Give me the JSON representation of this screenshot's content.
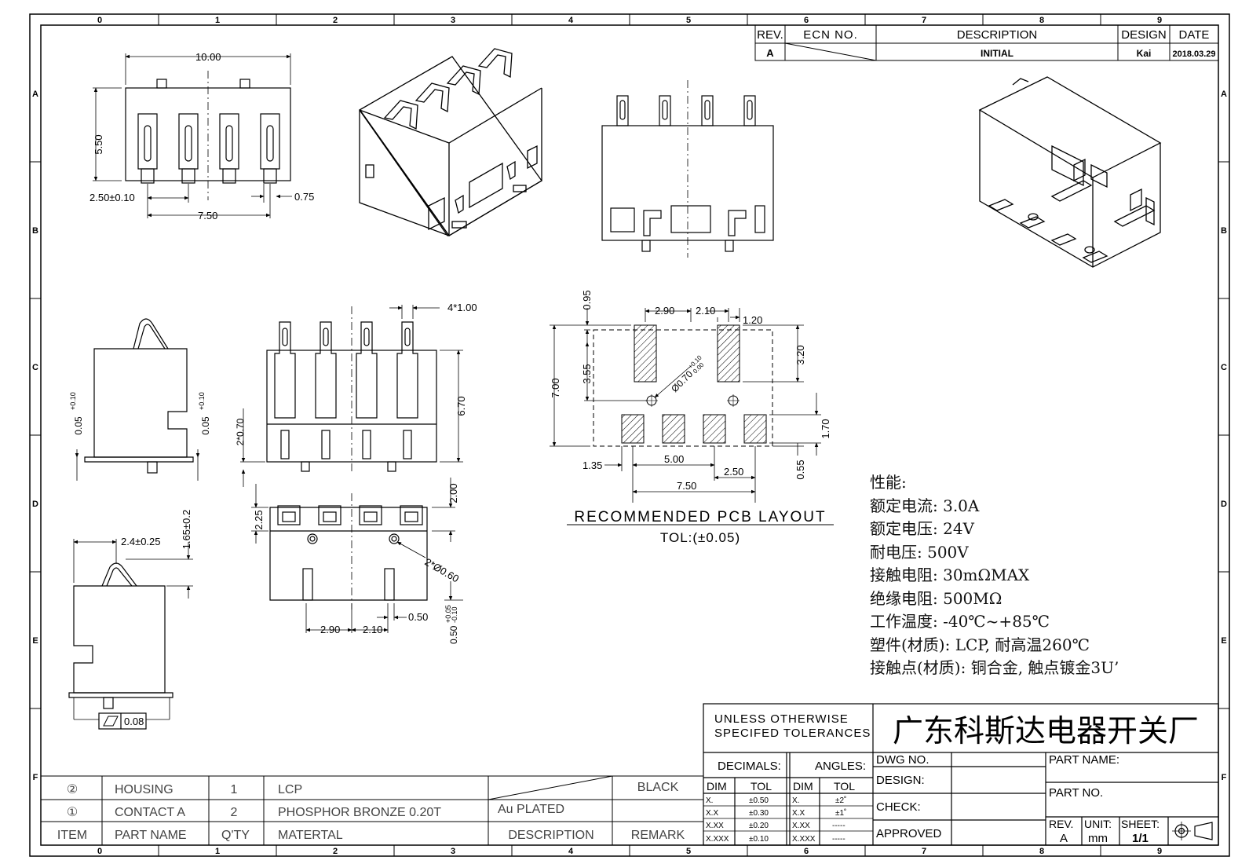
{
  "grid": {
    "cols": [
      "0",
      "1",
      "2",
      "3",
      "4",
      "5",
      "6",
      "7",
      "8",
      "9"
    ],
    "rows": [
      "A",
      "B",
      "C",
      "D",
      "E",
      "F"
    ]
  },
  "revision": {
    "headers": {
      "rev": "REV.",
      "ecn": "ECN NO.",
      "desc": "DESCRIPTION",
      "design": "DESIGN",
      "date": "DATE"
    },
    "row": {
      "rev": "A",
      "ecn": "",
      "desc": "INITIAL",
      "design": "Kai",
      "date": "2018.03.29"
    }
  },
  "dims": {
    "top_width": "10.00",
    "top_height": "5.50",
    "pitch": "2.50±0.10",
    "span": "7.50",
    "pin_w": "0.75",
    "side_left": "0.05",
    "side_right": "0.05",
    "tol_plus": "+0.10",
    "tol_minus": "-0.00",
    "pin_count_w": "4*1.00",
    "front_h": "6.70",
    "front_x": "2*0.70",
    "bot_h1": "2.00",
    "bot_h2": "2.25",
    "bot_hole": "2*Ø0.60",
    "bot_a": "2.90",
    "bot_b": "2.10",
    "bot_c": "0.50",
    "bot_d": "0.50",
    "bot_d_plus": "+0.05",
    "bot_d_minus": "-0.10",
    "side2_w": "2.4±0.25",
    "side2_h": "1.65±0.2",
    "flatness": "0.08",
    "pcb_095": "0.95",
    "pcb_290": "2.90",
    "pcb_210": "2.10",
    "pcb_120": "1.20",
    "pcb_355": "3.55",
    "pcb_320": "3.20",
    "pcb_700": "7.00",
    "pcb_hole": "Ø0.70",
    "pcb_hole_p": "+0.10",
    "pcb_hole_m": "0.00",
    "pcb_170": "1.70",
    "pcb_135": "1.35",
    "pcb_500": "5.00",
    "pcb_250": "2.50",
    "pcb_055": "0.55",
    "pcb_750": "7.50"
  },
  "pcb_layout": {
    "title": "RECOMMENDED PCB LAYOUT",
    "tol": "TOL:(±0.05)"
  },
  "specs": [
    "性能:",
    "额定电流: 3.0A",
    "额定电压: 24V",
    "耐电压: 500V",
    "接触电阻: 30mΩMAX",
    "绝缘电阻: 500MΩ",
    "工作温度: -40℃~+85℃",
    "塑件(材质): LCP, 耐高温260℃",
    "接触点(材质): 铜合金, 触点镀金3U’"
  ],
  "title_block": {
    "tol_note": [
      "UNLESS OTHERWISE",
      "SPECIFED TOLERANCES"
    ],
    "company": "广东科斯达电器开关厂",
    "decimals": "DECIMALS:",
    "angles": "ANGLES:",
    "dim": "DIM",
    "tol": "TOL",
    "dec_rows": [
      [
        "X.",
        "±0.50"
      ],
      [
        "X.X",
        "±0.30"
      ],
      [
        "X.XX",
        "±0.20"
      ],
      [
        "X.XXX",
        "±0.10"
      ]
    ],
    "ang_rows": [
      [
        "X.",
        "±2˚"
      ],
      [
        "X.X",
        "±1˚"
      ],
      [
        "X.XX",
        "-----"
      ],
      [
        "X.XXX",
        "-----"
      ]
    ],
    "dwg_no": "DWG NO.",
    "design": "DESIGN:",
    "check": "CHECK:",
    "approved": "APPROVED",
    "part_name": "PART NAME:",
    "part_no": "PART NO.",
    "rev_label": "REV.",
    "rev_val": "A",
    "unit_label": "UNIT:",
    "unit_val": "mm",
    "sheet_label": "SHEET:",
    "sheet_val": "1/1"
  },
  "bom": {
    "header": {
      "item": "ITEM",
      "part": "PART NAME",
      "qty": "Q'TY",
      "mat": "MATERTAL",
      "desc": "DESCRIPTION",
      "remark": "REMARK"
    },
    "rows": [
      {
        "item": "②",
        "part": "HOUSING",
        "qty": "1",
        "mat": "LCP",
        "desc": "",
        "remark": "BLACK"
      },
      {
        "item": "①",
        "part": "CONTACT A",
        "qty": "2",
        "mat": "PHOSPHOR BRONZE 0.20T",
        "desc": "Au PLATED",
        "remark": ""
      }
    ]
  }
}
